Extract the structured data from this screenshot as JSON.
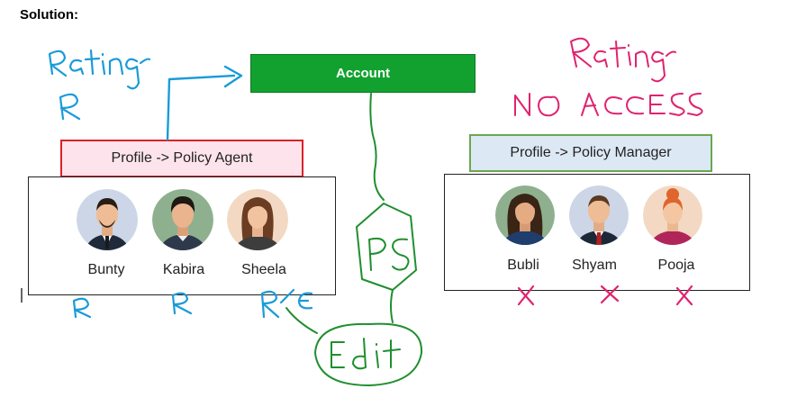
{
  "heading": "Solution:",
  "account": {
    "label": "Account",
    "color": "#12a12f"
  },
  "left_profile": {
    "label": "Profile -> Policy Agent",
    "users": [
      {
        "name": "Bunty",
        "avatar": "man-suit-icon",
        "access": "R"
      },
      {
        "name": "Kabira",
        "avatar": "man-casual-icon",
        "access": "R"
      },
      {
        "name": "Sheela",
        "avatar": "woman-icon",
        "access": "R/E"
      }
    ],
    "annotation_top": "Rating",
    "annotation_access": "R"
  },
  "right_profile": {
    "label": "Profile -> Policy Manager",
    "users": [
      {
        "name": "Bubli",
        "avatar": "woman-long-hair-icon",
        "access": "cross-icon"
      },
      {
        "name": "Shyam",
        "avatar": "man-suit-icon",
        "access": "cross-icon"
      },
      {
        "name": "Pooja",
        "avatar": "woman-bun-icon",
        "access": "cross-icon"
      }
    ],
    "annotation_top": "Rating",
    "annotation_access": "NO ACCESS"
  },
  "permission_set": {
    "label": "PS",
    "access": "Edit"
  },
  "colors": {
    "blue_ink": "#1a9bd7",
    "pink_ink": "#e0226e",
    "green_ink": "#1f8f2f"
  }
}
